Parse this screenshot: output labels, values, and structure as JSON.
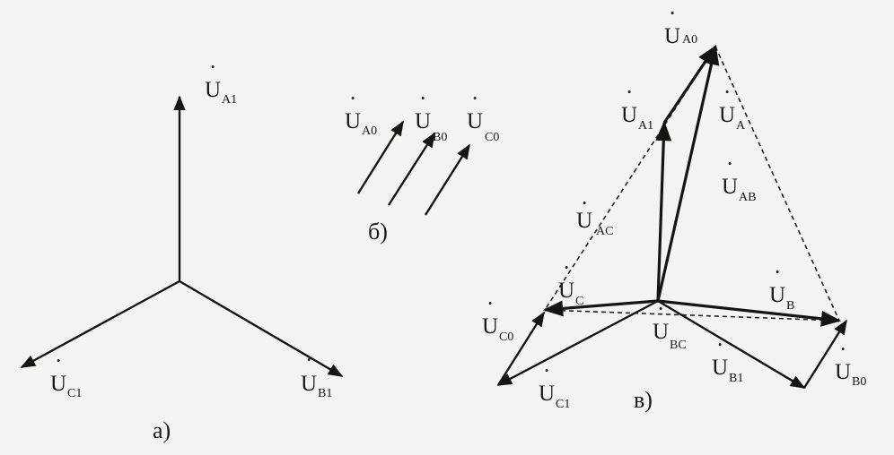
{
  "colors": {
    "background": "#f3f3f1",
    "ink": "#151515"
  },
  "panel_a": {
    "caption": "а)",
    "labels": [
      {
        "main": "U",
        "sub": "A1"
      },
      {
        "main": "U",
        "sub": "B1"
      },
      {
        "main": "U",
        "sub": "C1"
      }
    ]
  },
  "panel_b": {
    "caption": "б)",
    "labels": [
      {
        "main": "U",
        "sub": "A0"
      },
      {
        "main": "U",
        "sub": "B0"
      },
      {
        "main": "U",
        "sub": "C0"
      }
    ]
  },
  "panel_c": {
    "caption": "в)",
    "labels": [
      {
        "main": "U",
        "sub": "A0"
      },
      {
        "main": "U",
        "sub": "A1"
      },
      {
        "main": "U",
        "sub": "A"
      },
      {
        "main": "U",
        "sub": "AB"
      },
      {
        "main": "U",
        "sub": "AC"
      },
      {
        "main": "U",
        "sub": "C"
      },
      {
        "main": "U",
        "sub": "B"
      },
      {
        "main": "U",
        "sub": "C0"
      },
      {
        "main": "U",
        "sub": "BC"
      },
      {
        "main": "U",
        "sub": "B1"
      },
      {
        "main": "U",
        "sub": "C1"
      },
      {
        "main": "U",
        "sub": "B0"
      }
    ]
  }
}
